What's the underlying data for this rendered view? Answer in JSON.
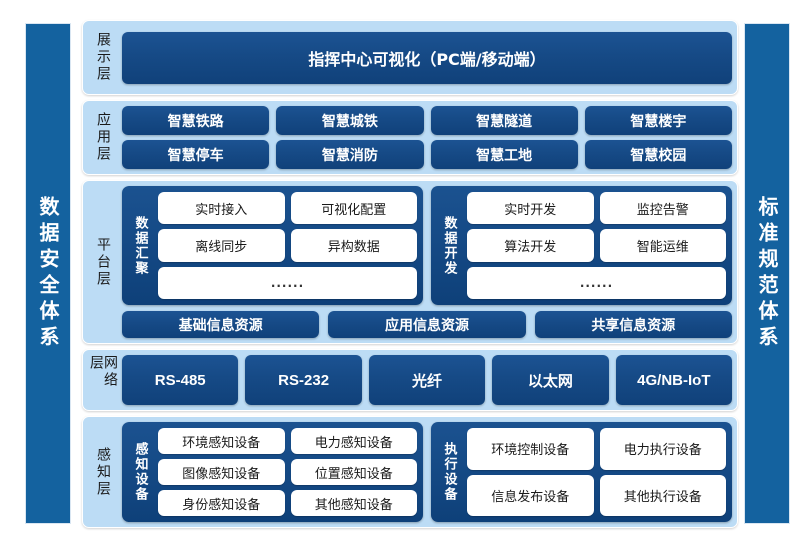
{
  "diagram": {
    "title_hidden": "",
    "colors": {
      "pillar_blue": "#14629F",
      "layer_bg": "#BCDCF5",
      "button_blue": "#164A86",
      "group_blue": "#0E4079",
      "chip_white": "#FFFFFF",
      "page_bg": "#FFFFFF"
    }
  },
  "pillars": {
    "left": "数据安全体系",
    "right": "标准规范体系"
  },
  "layers": {
    "presentation": {
      "label": "展示层",
      "banner": "指挥中心可视化（PC端/移动端）"
    },
    "application": {
      "label": "应用层",
      "row1": [
        "智慧铁路",
        "智慧城铁",
        "智慧隧道",
        "智慧楼宇"
      ],
      "row2": [
        "智慧停车",
        "智慧消防",
        "智慧工地",
        "智慧校园"
      ]
    },
    "platform": {
      "label": "平台层",
      "groups": [
        {
          "title": "数据汇聚",
          "rows": [
            [
              "实时接入",
              "可视化配置"
            ],
            [
              "离线同步",
              "异构数据"
            ]
          ],
          "ellipsis": "......"
        },
        {
          "title": "数据开发",
          "rows": [
            [
              "实时开发",
              "监控告警"
            ],
            [
              "算法开发",
              "智能运维"
            ]
          ],
          "ellipsis": "......"
        }
      ],
      "resources": [
        "基础信息资源",
        "应用信息资源",
        "共享信息资源"
      ]
    },
    "network": {
      "label": "网络层",
      "items": [
        "RS-485",
        "RS-232",
        "光纤",
        "以太网",
        "4G/NB-IoT"
      ]
    },
    "sensing": {
      "label": "感知层",
      "groups": [
        {
          "title": "感知设备",
          "rows": [
            [
              "环境感知设备",
              "电力感知设备"
            ],
            [
              "图像感知设备",
              "位置感知设备"
            ],
            [
              "身份感知设备",
              "其他感知设备"
            ]
          ]
        },
        {
          "title": "执行设备",
          "rows": [
            [
              "环境控制设备",
              "电力执行设备"
            ],
            [
              "信息发布设备",
              "其他执行设备"
            ]
          ]
        }
      ]
    }
  }
}
